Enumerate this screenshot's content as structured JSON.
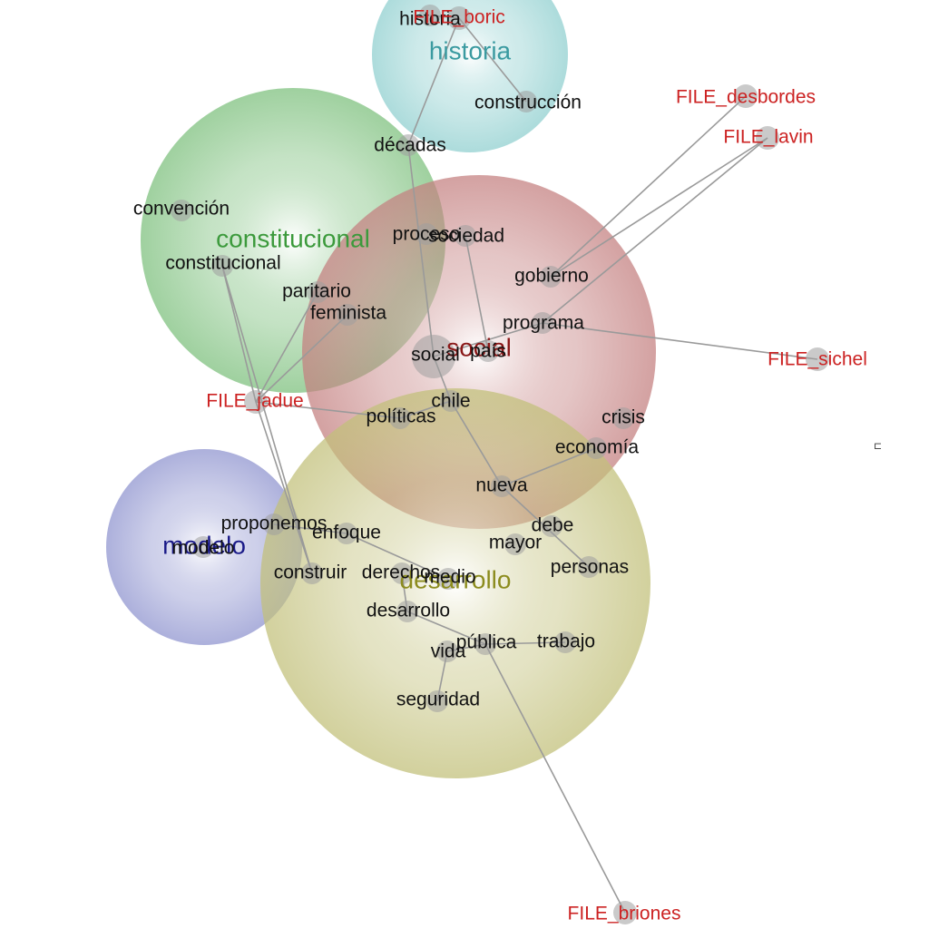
{
  "colors": {
    "historia": "#3a9aa0",
    "constitucional": "#3c9a3c",
    "social": "#8a1818",
    "modelo": "#1a1a88",
    "desarrollo": "#8c8c1e",
    "file": "#cc2222",
    "word": "#111111",
    "edge": "#9a9a9a"
  },
  "clusters": [
    {
      "id": "historia",
      "label": "historia",
      "fill": "#8fcfcf",
      "text_color": "#3a9aa0"
    },
    {
      "id": "constitucional",
      "label": "constitucional",
      "fill": "#7dc07d",
      "text_color": "#3c9a3c"
    },
    {
      "id": "social",
      "label": "social",
      "fill": "#c48080",
      "text_color": "#8a1818"
    },
    {
      "id": "modelo",
      "label": "modelo",
      "fill": "#8f94cf",
      "text_color": "#1a1a88"
    },
    {
      "id": "desarrollo",
      "label": "desarrollo",
      "fill": "#c2c07a",
      "text_color": "#8c8c1e"
    }
  ],
  "words": [
    "historia",
    "construcción",
    "décadas",
    "convención",
    "constitucional",
    "paritario",
    "feminista",
    "proceso",
    "sociedad",
    "gobierno",
    "programa",
    "social",
    "país",
    "chile",
    "políticas",
    "crisis",
    "economía",
    "nueva",
    "debe",
    "mayor",
    "personas",
    "proponemos",
    "enfoque",
    "modelo",
    "construir",
    "derechos",
    "medio",
    "desarrollo",
    "pública",
    "trabajo",
    "vida",
    "seguridad"
  ],
  "files": [
    "FILE_boric",
    "FILE_desbordes",
    "FILE_lavin",
    "FILE_sichel",
    "FILE_jadue",
    "FILE_briones"
  ],
  "edges": [
    [
      "FILE_boric",
      "historia"
    ],
    [
      "FILE_boric",
      "construcción"
    ],
    [
      "FILE_boric",
      "décadas"
    ],
    [
      "décadas",
      "social"
    ],
    [
      "FILE_desbordes",
      "gobierno"
    ],
    [
      "FILE_lavin",
      "gobierno"
    ],
    [
      "FILE_lavin",
      "programa"
    ],
    [
      "FILE_sichel",
      "programa"
    ],
    [
      "programa",
      "social"
    ],
    [
      "sociedad",
      "país"
    ],
    [
      "FILE_jadue",
      "feminista"
    ],
    [
      "FILE_jadue",
      "paritario"
    ],
    [
      "FILE_jadue",
      "políticas"
    ],
    [
      "FILE_jadue",
      "constitucional"
    ],
    [
      "FILE_jadue",
      "construir"
    ],
    [
      "constitucional",
      "construir"
    ],
    [
      "chile",
      "nueva"
    ],
    [
      "nueva",
      "economía"
    ],
    [
      "nueva",
      "personas"
    ],
    [
      "social",
      "chile"
    ],
    [
      "chile",
      "políticas"
    ],
    [
      "enfoque",
      "medio"
    ],
    [
      "proponemos",
      "enfoque"
    ],
    [
      "FILE_briones",
      "pública"
    ],
    [
      "pública",
      "desarrollo"
    ],
    [
      "pública",
      "trabajo"
    ],
    [
      "desarrollo",
      "derechos"
    ],
    [
      "vida",
      "pública"
    ],
    [
      "vida",
      "seguridad"
    ]
  ],
  "stray_marker": "⊏"
}
